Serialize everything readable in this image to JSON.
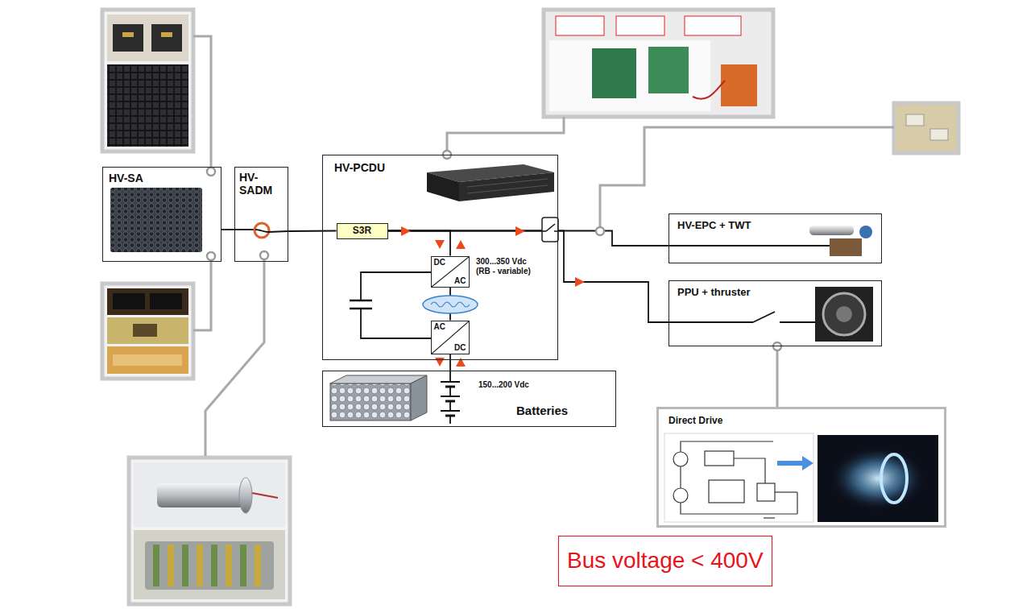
{
  "diagram": {
    "nodes": [
      {
        "text": [
          "HV-SA"
        ]
      },
      {
        "text": [
          "HV- SADM"
        ]
      },
      {
        "text": [
          "HV-PCDU"
        ]
      },
      {
        "text": [
          "S3R"
        ],
        "in": 2
      },
      {
        "text": [
          "DC",
          "AC"
        ],
        "in": 2
      },
      {
        "text": [
          "AC",
          "DC"
        ],
        "in": 2
      },
      {
        "text": [
          "150...200 Vdc",
          "Batteries"
        ]
      },
      {
        "text": [
          "HV-EPC + TWT"
        ]
      },
      {
        "text": [
          "PPU + thruster"
        ]
      },
      {
        "text": [
          "Direct Drive"
        ]
      },
      {
        "text": [
          "Bus voltage < 400V"
        ]
      }
    ],
    "edges": [
      {
        "from": 0,
        "to": 1,
        "arrow": "none"
      },
      {
        "from": 1,
        "to": 3,
        "arrow": "none"
      },
      {
        "from": 3,
        "to": 7,
        "arrow": "none"
      },
      {
        "from": 3,
        "to": 8,
        "arrow": "none"
      },
      {
        "from": 3,
        "to": 4,
        "arrow": "none"
      },
      {
        "from": 4,
        "to": 5,
        "arrow": "none"
      },
      {
        "from": 5,
        "to": 6,
        "arrow": "none"
      },
      {
        "from": 8,
        "to": 9,
        "arrow": "none"
      }
    ],
    "labels": [
      "300...350 Vdc (RB - variable)"
    ]
  }
}
